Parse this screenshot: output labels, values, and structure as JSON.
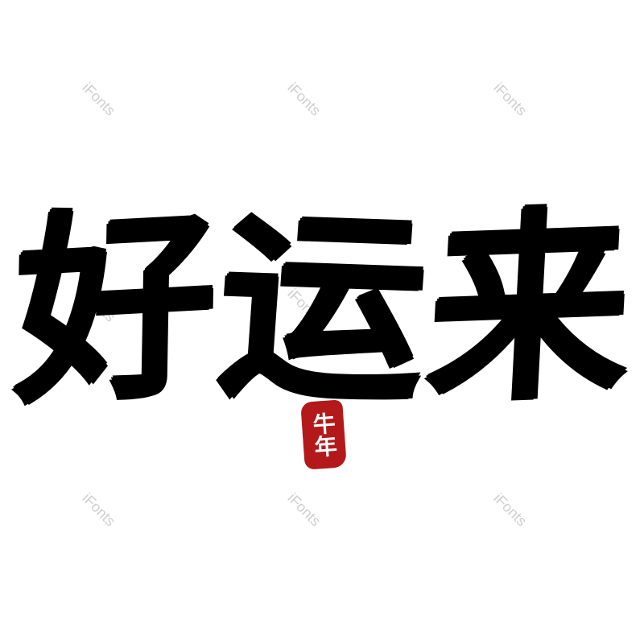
{
  "watermark": {
    "text": "iFonts",
    "color": "#cfcfcf"
  },
  "calligraphy": {
    "characters": [
      "好",
      "运",
      "来"
    ],
    "color": "#000000"
  },
  "seal": {
    "text": "牛年",
    "background": "#b3191b",
    "text_color": "#ffffff"
  }
}
